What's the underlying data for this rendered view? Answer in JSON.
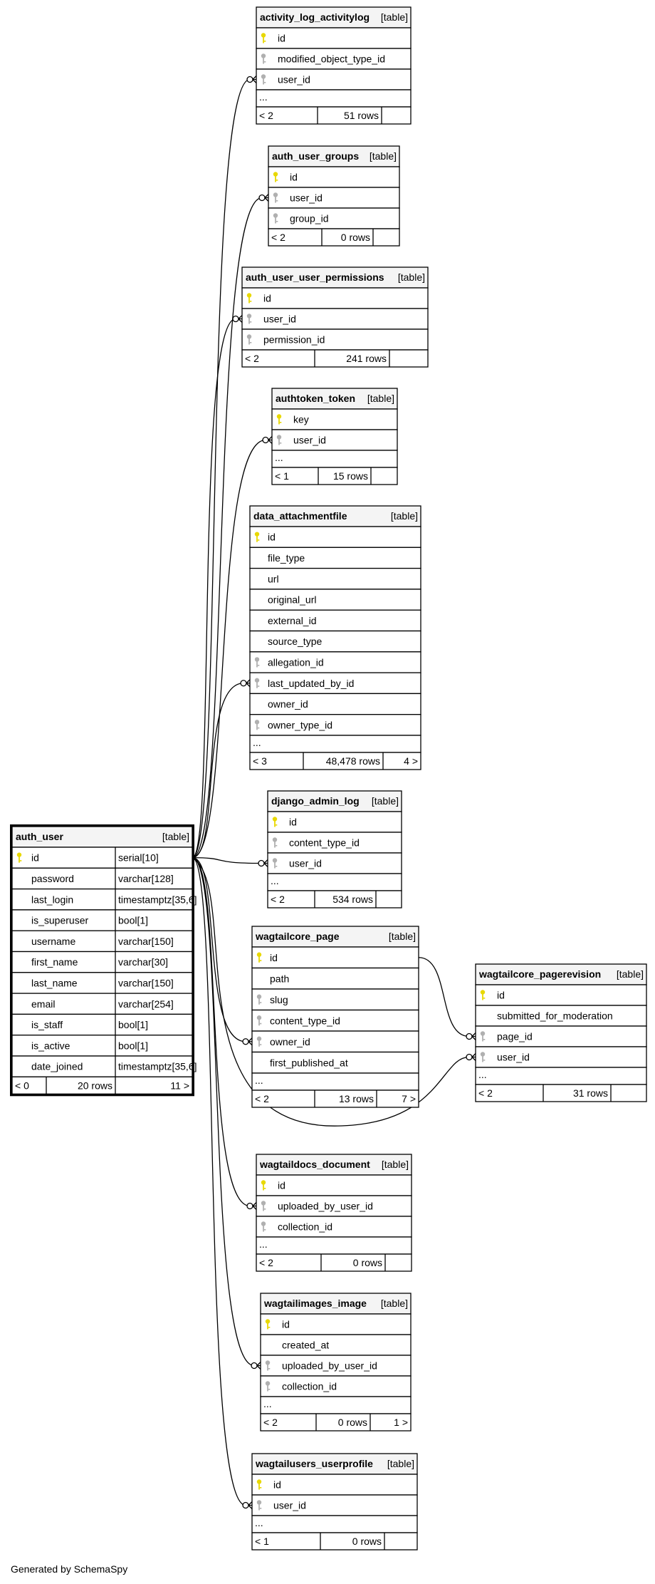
{
  "diagram": {
    "main_table": {
      "name": "auth_user",
      "kind": "[table]",
      "columns": [
        {
          "name": "id",
          "type": "serial[10]",
          "key": "pk"
        },
        {
          "name": "password",
          "type": "varchar[128]",
          "key": ""
        },
        {
          "name": "last_login",
          "type": "timestamptz[35,6]",
          "key": ""
        },
        {
          "name": "is_superuser",
          "type": "bool[1]",
          "key": ""
        },
        {
          "name": "username",
          "type": "varchar[150]",
          "key": ""
        },
        {
          "name": "first_name",
          "type": "varchar[30]",
          "key": ""
        },
        {
          "name": "last_name",
          "type": "varchar[150]",
          "key": ""
        },
        {
          "name": "email",
          "type": "varchar[254]",
          "key": ""
        },
        {
          "name": "is_staff",
          "type": "bool[1]",
          "key": ""
        },
        {
          "name": "is_active",
          "type": "bool[1]",
          "key": ""
        },
        {
          "name": "date_joined",
          "type": "timestamptz[35,6]",
          "key": ""
        }
      ],
      "footer": {
        "parents": "< 0",
        "rows": "20 rows",
        "children": "11 >"
      }
    },
    "tables": [
      {
        "name": "activity_log_activitylog",
        "kind": "[table]",
        "columns": [
          {
            "name": "id",
            "key": "pk"
          },
          {
            "name": "modified_object_type_id",
            "key": "fk"
          },
          {
            "name": "user_id",
            "key": "fk"
          }
        ],
        "more": "...",
        "footer": {
          "parents": "< 2",
          "rows": "51 rows",
          "children": ""
        }
      },
      {
        "name": "auth_user_groups",
        "kind": "[table]",
        "columns": [
          {
            "name": "id",
            "key": "pk"
          },
          {
            "name": "user_id",
            "key": "fk"
          },
          {
            "name": "group_id",
            "key": "fk"
          }
        ],
        "more": "",
        "footer": {
          "parents": "< 2",
          "rows": "0 rows",
          "children": ""
        }
      },
      {
        "name": "auth_user_user_permissions",
        "kind": "[table]",
        "columns": [
          {
            "name": "id",
            "key": "pk"
          },
          {
            "name": "user_id",
            "key": "fk"
          },
          {
            "name": "permission_id",
            "key": "fk"
          }
        ],
        "more": "",
        "footer": {
          "parents": "< 2",
          "rows": "241 rows",
          "children": ""
        }
      },
      {
        "name": "authtoken_token",
        "kind": "[table]",
        "columns": [
          {
            "name": "key",
            "key": "pk"
          },
          {
            "name": "user_id",
            "key": "fk"
          }
        ],
        "more": "...",
        "footer": {
          "parents": "< 1",
          "rows": "15 rows",
          "children": ""
        }
      },
      {
        "name": "data_attachmentfile",
        "kind": "[table]",
        "columns": [
          {
            "name": "id",
            "key": "pk"
          },
          {
            "name": "file_type",
            "key": ""
          },
          {
            "name": "url",
            "key": ""
          },
          {
            "name": "original_url",
            "key": ""
          },
          {
            "name": "external_id",
            "key": ""
          },
          {
            "name": "source_type",
            "key": ""
          },
          {
            "name": "allegation_id",
            "key": "fk"
          },
          {
            "name": "last_updated_by_id",
            "key": "fk"
          },
          {
            "name": "owner_id",
            "key": ""
          },
          {
            "name": "owner_type_id",
            "key": "fk"
          }
        ],
        "more": "...",
        "footer": {
          "parents": "< 3",
          "rows": "48,478 rows",
          "children": "4 >"
        }
      },
      {
        "name": "django_admin_log",
        "kind": "[table]",
        "columns": [
          {
            "name": "id",
            "key": "pk"
          },
          {
            "name": "content_type_id",
            "key": "fk"
          },
          {
            "name": "user_id",
            "key": "fk"
          }
        ],
        "more": "...",
        "footer": {
          "parents": "< 2",
          "rows": "534 rows",
          "children": ""
        }
      },
      {
        "name": "wagtailcore_page",
        "kind": "[table]",
        "columns": [
          {
            "name": "id",
            "key": "pk"
          },
          {
            "name": "path",
            "key": ""
          },
          {
            "name": "slug",
            "key": "fk"
          },
          {
            "name": "content_type_id",
            "key": "fk"
          },
          {
            "name": "owner_id",
            "key": "fk"
          },
          {
            "name": "first_published_at",
            "key": ""
          }
        ],
        "more": "...",
        "footer": {
          "parents": "< 2",
          "rows": "13 rows",
          "children": "7 >"
        }
      },
      {
        "name": "wagtailcore_pagerevision",
        "kind": "[table]",
        "columns": [
          {
            "name": "id",
            "key": "pk"
          },
          {
            "name": "submitted_for_moderation",
            "key": ""
          },
          {
            "name": "page_id",
            "key": "fk"
          },
          {
            "name": "user_id",
            "key": "fk"
          }
        ],
        "more": "...",
        "footer": {
          "parents": "< 2",
          "rows": "31 rows",
          "children": ""
        }
      },
      {
        "name": "wagtaildocs_document",
        "kind": "[table]",
        "columns": [
          {
            "name": "id",
            "key": "pk"
          },
          {
            "name": "uploaded_by_user_id",
            "key": "fk"
          },
          {
            "name": "collection_id",
            "key": "fk"
          }
        ],
        "more": "...",
        "footer": {
          "parents": "< 2",
          "rows": "0 rows",
          "children": ""
        }
      },
      {
        "name": "wagtailimages_image",
        "kind": "[table]",
        "columns": [
          {
            "name": "id",
            "key": "pk"
          },
          {
            "name": "created_at",
            "key": ""
          },
          {
            "name": "uploaded_by_user_id",
            "key": "fk"
          },
          {
            "name": "collection_id",
            "key": "fk"
          }
        ],
        "more": "...",
        "footer": {
          "parents": "< 2",
          "rows": "0 rows",
          "children": "1 >"
        }
      },
      {
        "name": "wagtailusers_userprofile",
        "kind": "[table]",
        "columns": [
          {
            "name": "id",
            "key": "pk"
          },
          {
            "name": "user_id",
            "key": "fk"
          }
        ],
        "more": "...",
        "footer": {
          "parents": "< 1",
          "rows": "0 rows",
          "children": ""
        }
      }
    ],
    "relations": [
      {
        "from": "auth_user.id",
        "to": "activity_log_activitylog.user_id"
      },
      {
        "from": "auth_user.id",
        "to": "auth_user_groups.user_id"
      },
      {
        "from": "auth_user.id",
        "to": "auth_user_user_permissions.user_id"
      },
      {
        "from": "auth_user.id",
        "to": "authtoken_token.user_id"
      },
      {
        "from": "auth_user.id",
        "to": "data_attachmentfile.last_updated_by_id"
      },
      {
        "from": "auth_user.id",
        "to": "django_admin_log.user_id"
      },
      {
        "from": "auth_user.id",
        "to": "wagtailcore_page.owner_id"
      },
      {
        "from": "auth_user.id",
        "to": "wagtailcore_pagerevision.user_id"
      },
      {
        "from": "wagtailcore_page.id",
        "to": "wagtailcore_pagerevision.page_id"
      },
      {
        "from": "auth_user.id",
        "to": "wagtaildocs_document.uploaded_by_user_id"
      },
      {
        "from": "auth_user.id",
        "to": "wagtailimages_image.uploaded_by_user_id"
      },
      {
        "from": "auth_user.id",
        "to": "wagtailusers_userprofile.user_id"
      }
    ],
    "colors": {
      "pk_key": "#e8d800",
      "fk_key": "#b0b0b0",
      "header_bg": "#f4f4f4",
      "line": "#000000"
    }
  },
  "footer_text": "Generated by SchemaSpy"
}
